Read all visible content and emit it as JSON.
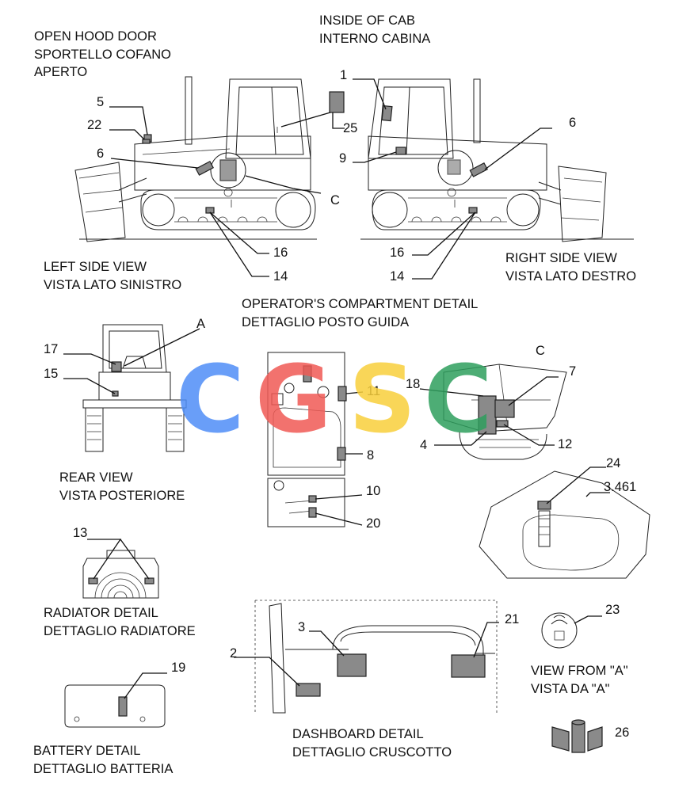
{
  "titles": {
    "hood_1": "OPEN HOOD DOOR",
    "hood_2": "SPORTELLO COFANO",
    "hood_3": "APERTO",
    "cab_1": "INSIDE OF CAB",
    "cab_2": "INTERNO CABINA",
    "left_1": "LEFT SIDE VIEW",
    "left_2": "VISTA LATO SINISTRO",
    "right_1": "RIGHT SIDE VIEW",
    "right_2": "VISTA LATO DESTRO",
    "op_1": "OPERATOR'S COMPARTMENT DETAIL",
    "op_2": "DETTAGLIO POSTO GUIDA",
    "rear_1": "REAR  VIEW",
    "rear_2": "VISTA  POSTERIORE",
    "rad_1": "RADIATOR  DETAIL",
    "rad_2": "DETTAGLIO  RADIATORE",
    "batt_1": "BATTERY  DETAIL",
    "batt_2": "DETTAGLIO  BATTERIA",
    "dash_1": "DASHBOARD  DETAIL",
    "dash_2": "DETTAGLIO  CRUSCOTTO",
    "viewa_1": "VIEW  FROM  \"A\"",
    "viewa_2": "VISTA  DA  \"A\""
  },
  "callouts": {
    "n1": "1",
    "n2": "2",
    "n3": "3",
    "n4": "4",
    "n5": "5",
    "n6a": "6",
    "n6b": "6",
    "n7": "7",
    "n8": "8",
    "n9": "9",
    "n10": "10",
    "n11": "11",
    "n12": "12",
    "n13": "13",
    "n14a": "14",
    "n14b": "14",
    "n15": "15",
    "n16a": "16",
    "n16b": "16",
    "n17": "17",
    "n18": "18",
    "n19": "19",
    "n20": "20",
    "n21": "21",
    "n22": "22",
    "n23": "23",
    "n24": "24",
    "n25": "25",
    "n26": "26",
    "ref": "3.461",
    "c1": "C",
    "c2": "C",
    "a": "A"
  },
  "watermark": {
    "letters": [
      "C",
      "G",
      "S",
      "C"
    ],
    "colors": [
      "#4f8ef7",
      "#f05a55",
      "#f8cf3c",
      "#2f9f5e"
    ]
  }
}
